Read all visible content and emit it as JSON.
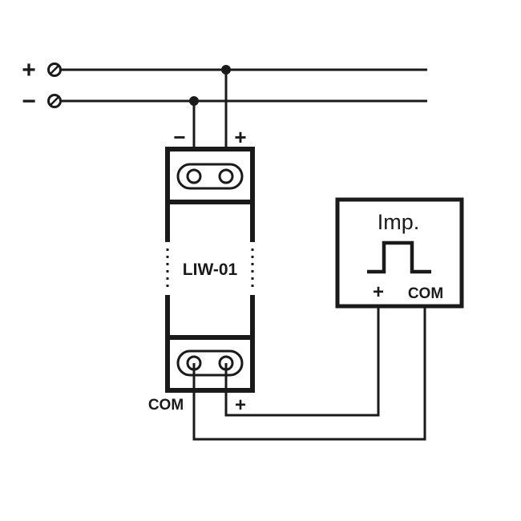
{
  "supply": {
    "plus_symbol": "+",
    "minus_symbol": "−"
  },
  "meter": {
    "name": "LIW-01",
    "top_minus": "−",
    "top_plus": "+",
    "bottom_com": "COM",
    "bottom_plus": "+"
  },
  "impulse_device": {
    "title": "Imp.",
    "plus": "+",
    "com": "COM"
  },
  "colors": {
    "ink": "#1a1a1a",
    "background": "#ffffff"
  }
}
